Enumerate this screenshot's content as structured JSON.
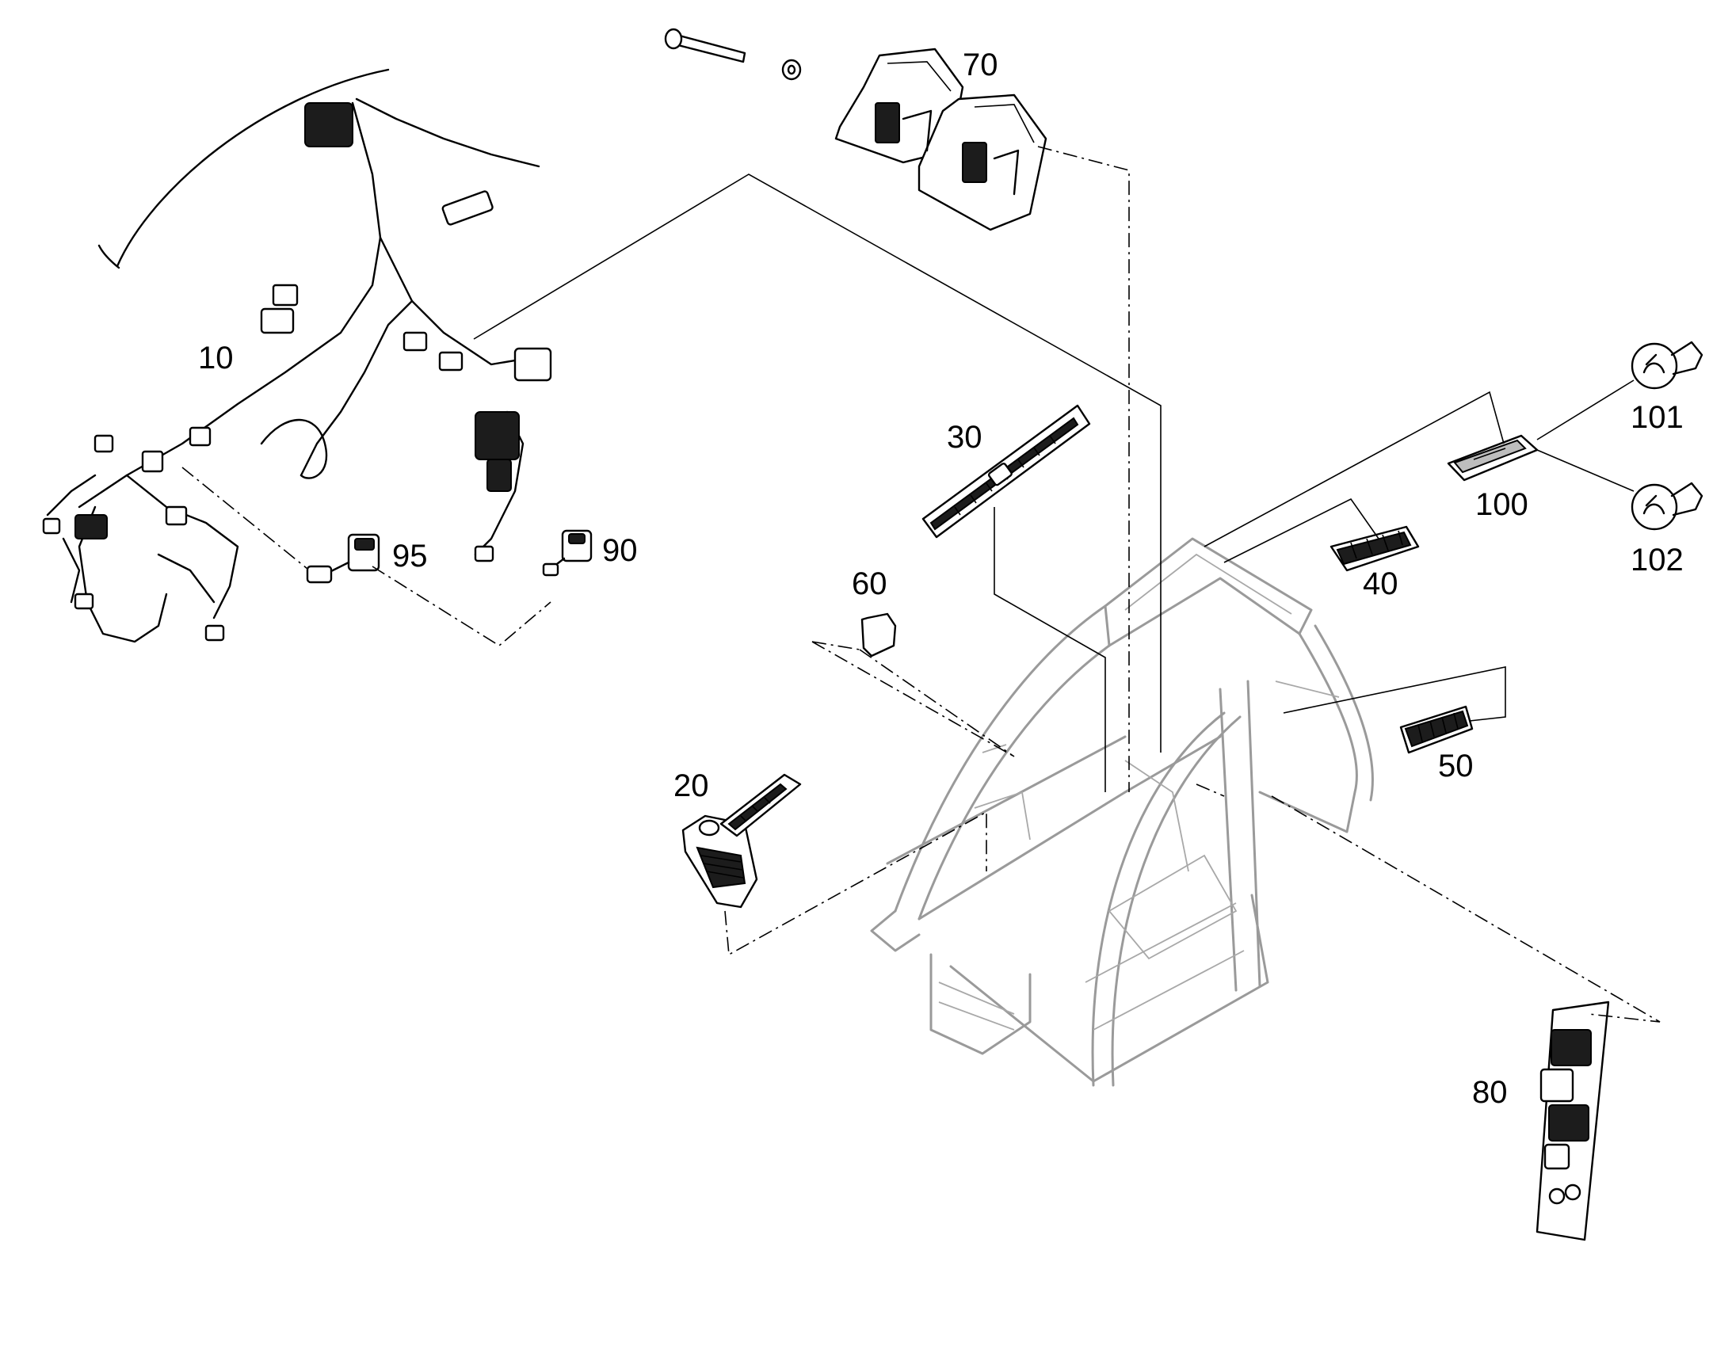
{
  "diagram": {
    "type": "exploded parts diagram",
    "callouts": [
      {
        "id": "10",
        "label": "10"
      },
      {
        "id": "20",
        "label": "20"
      },
      {
        "id": "30",
        "label": "30"
      },
      {
        "id": "40",
        "label": "40"
      },
      {
        "id": "50",
        "label": "50"
      },
      {
        "id": "60",
        "label": "60"
      },
      {
        "id": "70",
        "label": "70"
      },
      {
        "id": "80",
        "label": "80"
      },
      {
        "id": "90",
        "label": "90"
      },
      {
        "id": "95",
        "label": "95"
      },
      {
        "id": "100",
        "label": "100"
      },
      {
        "id": "101",
        "label": "101"
      },
      {
        "id": "102",
        "label": "102"
      }
    ],
    "parts": [
      {
        "callout": "10",
        "depicts": "wiring harness"
      },
      {
        "callout": "20",
        "depicts": "switch panel"
      },
      {
        "callout": "30",
        "depicts": "switch bar"
      },
      {
        "callout": "40",
        "depicts": "switch block"
      },
      {
        "callout": "50",
        "depicts": "switch block"
      },
      {
        "callout": "60",
        "depicts": "cover plate"
      },
      {
        "callout": "70",
        "depicts": "instrument cluster"
      },
      {
        "callout": "80",
        "depicts": "fuse relay board"
      },
      {
        "callout": "90",
        "depicts": "socket"
      },
      {
        "callout": "95",
        "depicts": "socket"
      },
      {
        "callout": "100",
        "depicts": "seat heater switch"
      },
      {
        "callout": "101",
        "depicts": "switch symbol"
      },
      {
        "callout": "102",
        "depicts": "switch symbol"
      }
    ],
    "assembly": {
      "depicts": "cab frame",
      "color": "#9a9a9a"
    },
    "line_styles": {
      "solid": "#000000",
      "dash_dot": "#000000"
    }
  }
}
